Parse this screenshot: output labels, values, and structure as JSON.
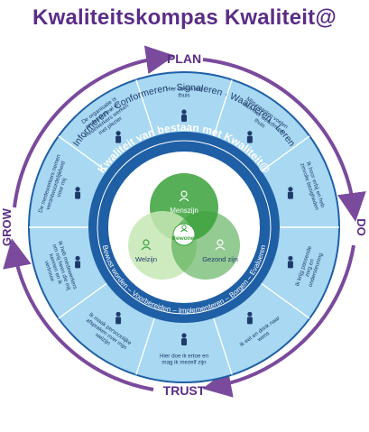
{
  "title": "Kwaliteitskompas Kwaliteit@",
  "compass": {
    "plan": "PLAN",
    "do": "DO",
    "trust": "TRUST",
    "grow": "GROW"
  },
  "outer_ring_text": "Informeren · Conformeren · Signaleren · Waarderen · Leren",
  "inner_ring_top": "Kwaliteit van bestaan met Kwaliteit@",
  "inner_ring_bottom": "Bewust worden – Voorbereiden – Implementeren – Borgen – Evalueren",
  "segments": [
    {
      "id": "thuis",
      "text": "Hier voel ik mij thuis",
      "icon": "house-icon"
    },
    {
      "id": "welkom",
      "text": "Mijn naasten voelen zich hier welkom en thuis",
      "icon": "family-icon"
    },
    {
      "id": "zinvol",
      "text": "Ik hoor erbij en heb zinvolle bezigheden",
      "icon": "group-icon"
    },
    {
      "id": "zorg",
      "text": "Ik krijg passende zorg en ondersteuning",
      "icon": "care-icon"
    },
    {
      "id": "eten",
      "text": "Ik eet en drink naar wens",
      "icon": "eating-icon"
    },
    {
      "id": "mezelf",
      "text": "Hier doe ik ertoe en mag ik mezelf zijn",
      "icon": "person-icon"
    },
    {
      "id": "afspraken",
      "text": "Ik maak persoonlijke afspraken over mijn welzijn",
      "icon": "handshake-icon"
    },
    {
      "id": "vertrouwen",
      "text": "Ik heb medewerkers om mij heen die mij kennen en ik vertrouw",
      "icon": "staff-icon"
    },
    {
      "id": "verantwoordelijk",
      "text": "De medewerkers nemen verantwoordelijkheid voor mij",
      "icon": "responsibility-icon"
    },
    {
      "id": "professioneel",
      "text": "De organisatie is professioneel en medewerkers werken met plezier",
      "icon": "organisation-icon"
    }
  ],
  "venn": {
    "mensen": "Menszijn",
    "welzijn": "Welzijn",
    "gezond": "Gezond zijn",
    "bewoner": "Bewoner"
  },
  "colors": {
    "title": "#5b2d86",
    "arrow": "#7a4a9c",
    "segment_fill": "#a8d8f2",
    "segment_line": "#ffffff",
    "text_ring": "#ffffff",
    "inner_ring": "#1f5fa5",
    "green_dark": "#3aa13a",
    "green_light": "#c6e8b5",
    "text_dark": "#1f3b6b"
  }
}
